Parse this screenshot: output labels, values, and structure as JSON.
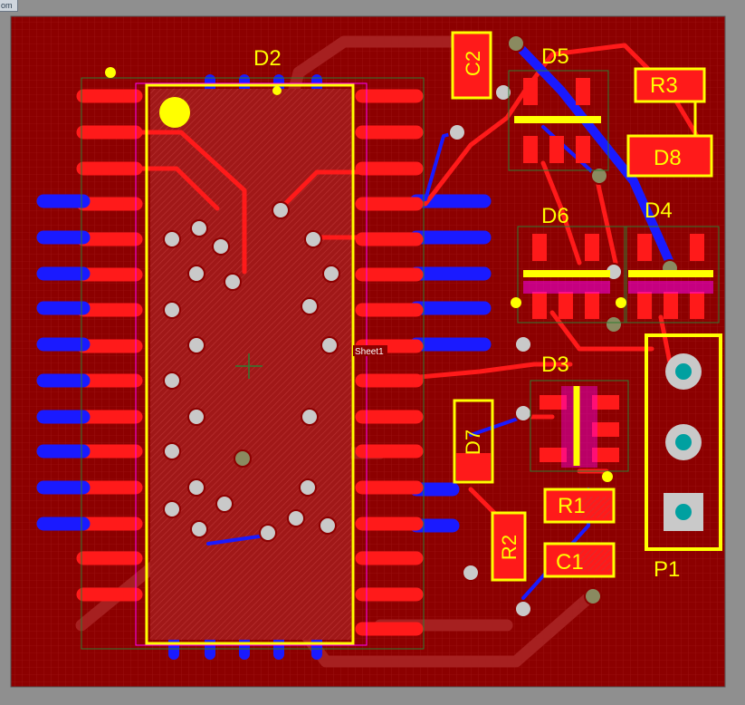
{
  "window": {
    "tab_fragment": "om"
  },
  "board": {
    "sheet_label": "Sheet1",
    "designators": {
      "D2": "D2",
      "D5": "D5",
      "D6": "D6",
      "D4": "D4",
      "D3": "D3",
      "D7": "D7",
      "D8": "D8",
      "R1": "R1",
      "R2": "R2",
      "R3": "R3",
      "C1": "C1",
      "C2": "C2",
      "P1": "P1"
    }
  },
  "colors": {
    "board": "#8c0000",
    "grid": "#a11414",
    "top_copper": "#ff1a1a",
    "bottom_copper": "#1a1aff",
    "silkscreen": "#ffff00",
    "pad_through": "#c9c9c9",
    "pad_hole": "#00a0a0",
    "courtyard": "#2e7d32",
    "keepout": "#ff00ff"
  }
}
